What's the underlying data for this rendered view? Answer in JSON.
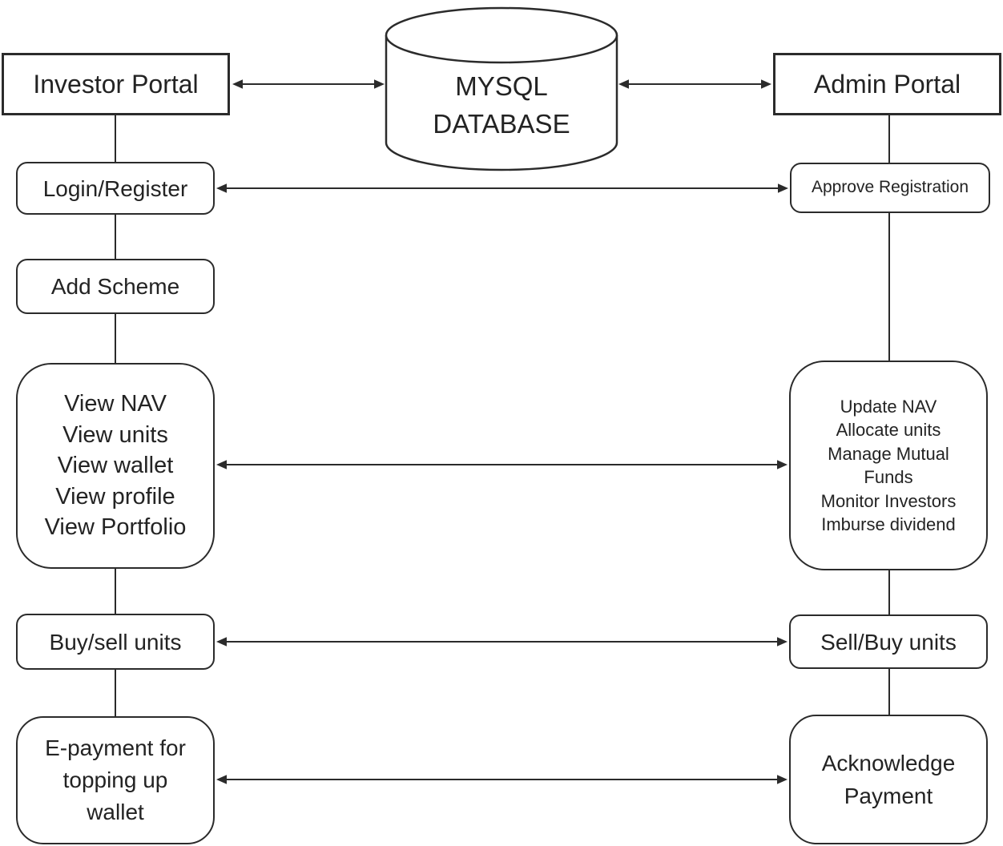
{
  "diagram": {
    "database": {
      "lines": [
        "MYSQL",
        "DATABASE"
      ]
    },
    "investor_portal": {
      "label": "Investor Portal"
    },
    "admin_portal": {
      "label": "Admin Portal"
    },
    "investor_flow": {
      "login": {
        "label": "Login/Register"
      },
      "add_scheme": {
        "label": "Add Scheme"
      },
      "actions": {
        "lines": [
          "View NAV",
          "View units",
          "View wallet",
          "View profile",
          "View Portfolio"
        ]
      },
      "buy_sell": {
        "label": "Buy/sell units"
      },
      "e_payment": {
        "lines": [
          "E-payment for",
          "topping up",
          "wallet"
        ]
      }
    },
    "admin_flow": {
      "approve": {
        "label": "Approve Registration"
      },
      "actions": {
        "lines": [
          "Update NAV",
          "Allocate units",
          "Manage Mutual",
          "Funds",
          "Monitor Investors",
          "Imburse dividend"
        ]
      },
      "sell_buy": {
        "label": "Sell/Buy units"
      },
      "acknowledge": {
        "lines": [
          "Acknowledge",
          "Payment"
        ]
      }
    }
  }
}
